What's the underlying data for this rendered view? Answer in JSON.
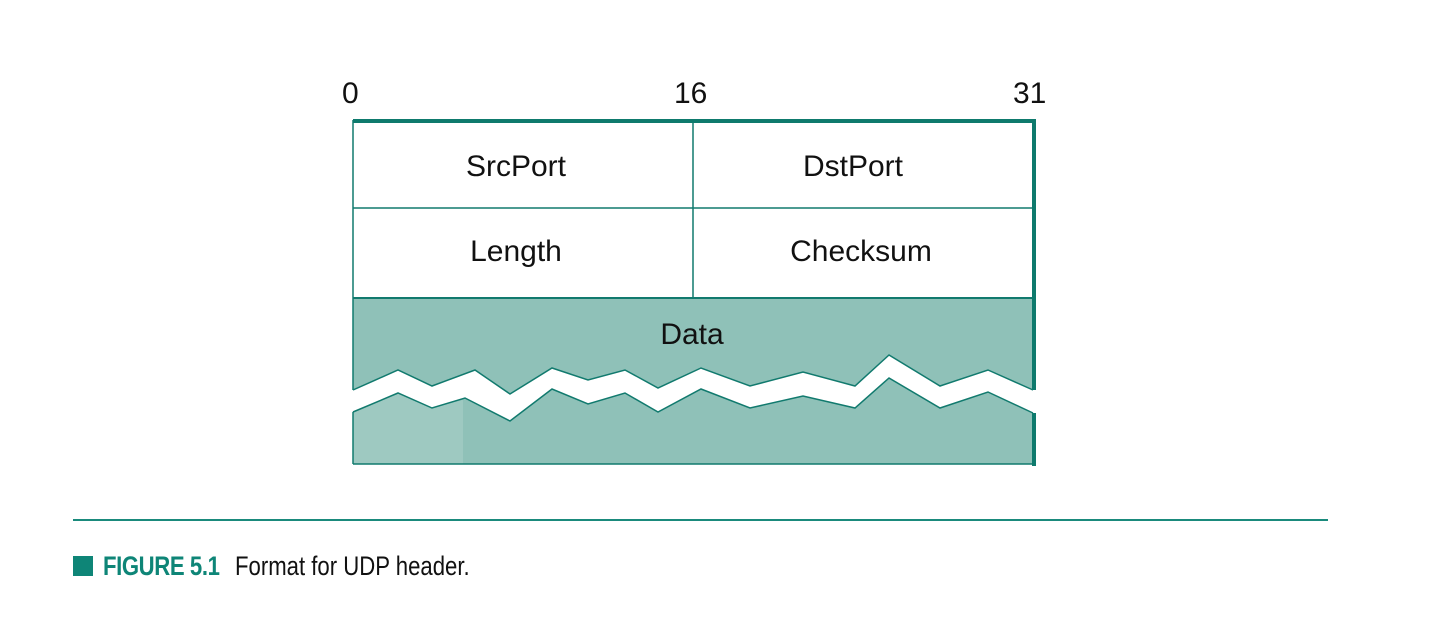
{
  "bit_positions": {
    "start": "0",
    "middle": "16",
    "end": "31"
  },
  "fields": {
    "src_port": "SrcPort",
    "dst_port": "DstPort",
    "length": "Length",
    "checksum": "Checksum",
    "data": "Data"
  },
  "caption": {
    "label": "FIGURE 5.1",
    "text": "Format for UDP header."
  },
  "colors": {
    "accent": "#0e8577",
    "data_fill": "#8fc1b8",
    "data_fill_light": "#9ec9c1",
    "border": "#117a6e"
  }
}
